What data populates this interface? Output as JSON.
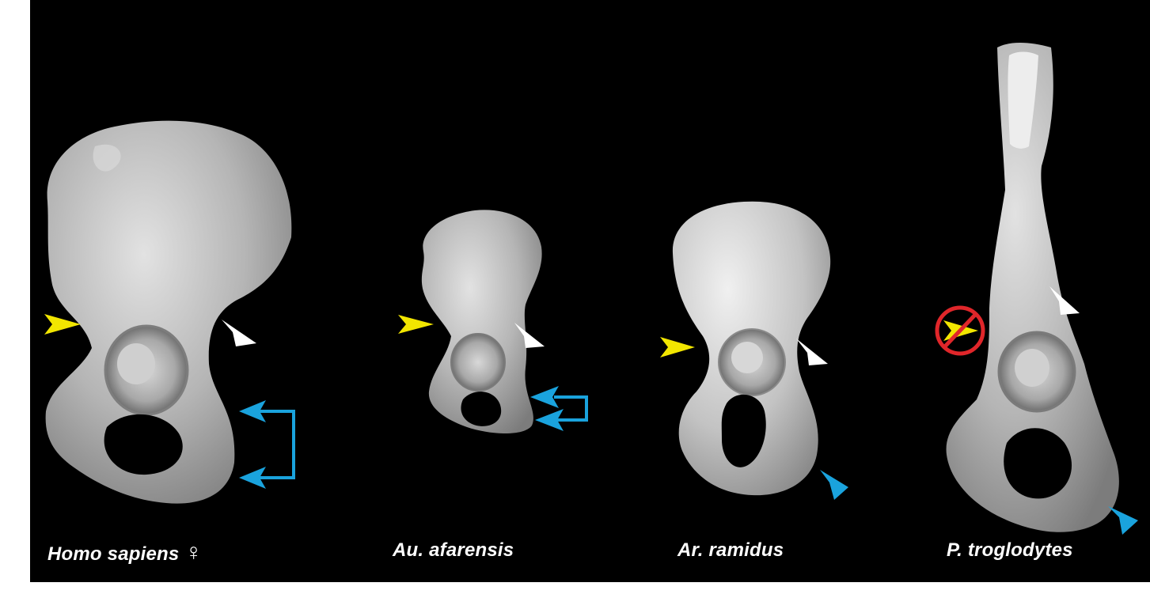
{
  "specimens": [
    {
      "name": "Homo sapiens",
      "symbol": "♀"
    },
    {
      "name": "Au. afarensis"
    },
    {
      "name": "Ar. ramidus"
    },
    {
      "name": "P. troglodytes"
    }
  ],
  "colors": {
    "background": "#000000",
    "bone": "#b9b9b9",
    "label": "#ffffff",
    "arrow_yellow": "#f2e600",
    "arrow_white": "#ffffff",
    "arrow_blue": "#1aa3dd",
    "prohibited_red": "#e0262a"
  }
}
